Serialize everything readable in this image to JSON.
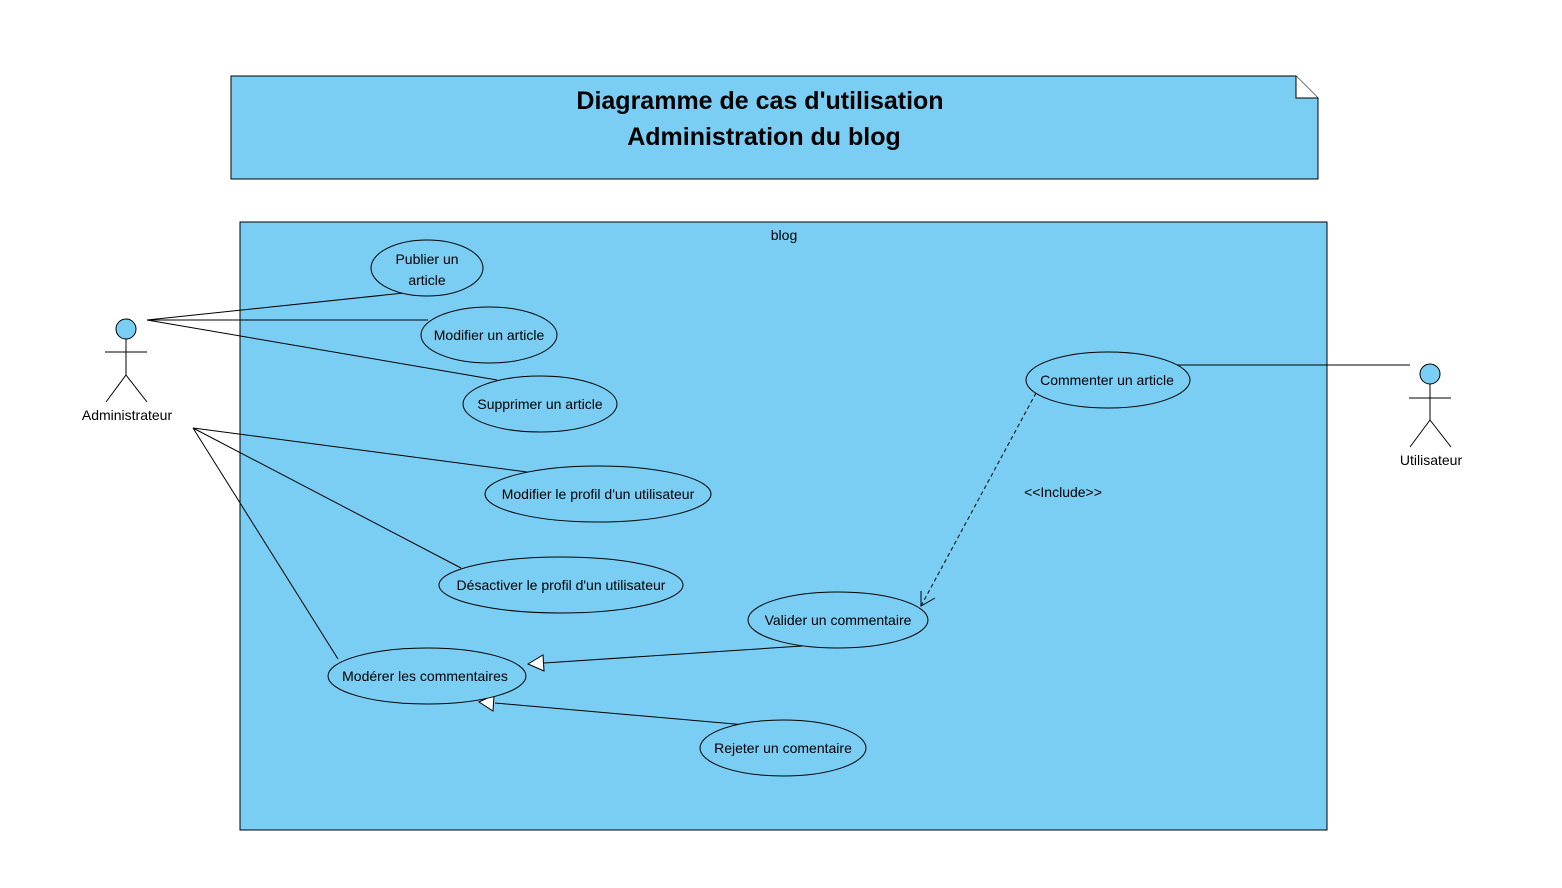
{
  "note": {
    "line1": "Diagramme de cas d'utilisation",
    "line2": "Administration du blog"
  },
  "system": {
    "label": "blog"
  },
  "actors": {
    "admin": "Administrateur",
    "user": "Utilisateur"
  },
  "use_cases": {
    "publier_l1": "Publier un",
    "publier_l2": "article",
    "modifier_article": "Modifier un article",
    "supprimer_article": "Supprimer un article",
    "modifier_profil": "Modifier le profil d'un utilisateur",
    "desactiver_profil": "Désactiver le profil d'un utilisateur",
    "moderer": "Modérer les commentaires",
    "valider": "Valider un commentaire",
    "rejeter": "Rejeter un comentaire",
    "commenter": "Commenter un article"
  },
  "relations": {
    "include_label": "<<Include>>"
  },
  "colors": {
    "fill": "#7ACEF4",
    "stroke": "#000000",
    "background": "#FFFFFF"
  }
}
